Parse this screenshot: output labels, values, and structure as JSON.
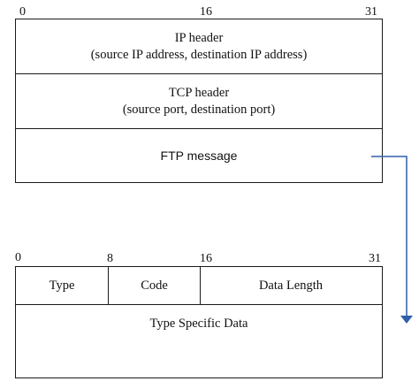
{
  "top_diagram": {
    "bit_labels": [
      "0",
      "16",
      "31"
    ],
    "rows": [
      {
        "title": "IP header",
        "subtitle": "(source IP address, destination IP address)"
      },
      {
        "title": "TCP header",
        "subtitle": "(source port, destination port)"
      },
      {
        "title": "FTP message",
        "subtitle": ""
      }
    ]
  },
  "bottom_diagram": {
    "bit_labels": [
      "0",
      "8",
      "16",
      "31"
    ],
    "fields": [
      "Type",
      "Code",
      "Data Length"
    ],
    "data_row": "Type Specific Data"
  },
  "connector": {
    "color": "#2f5fa8"
  }
}
